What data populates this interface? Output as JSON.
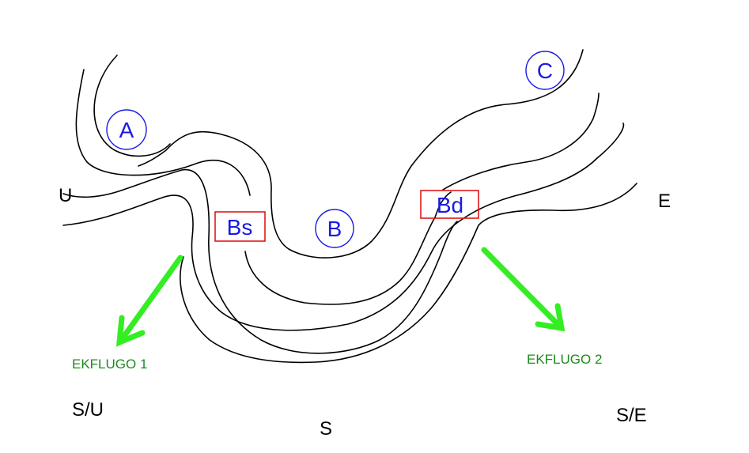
{
  "colors": {
    "lines": "#000000",
    "circle_labels": "#1a1ae6",
    "box_border": "#e01818",
    "box_text": "#1a1ae6",
    "arrows": "#33ee22",
    "arrow_labels": "#1a8c1a",
    "directions": "#000000"
  },
  "circled_labels": {
    "a": "A",
    "b": "B",
    "c": "C"
  },
  "boxed_labels": {
    "bs": "Bs",
    "bd": "Bd"
  },
  "directions": {
    "u": "U",
    "e": "E",
    "su": "S/U",
    "s": "S",
    "se": "S/E"
  },
  "arrows": {
    "left_label": "EKFLUGO 1",
    "right_label": "EKFLUGO 2"
  }
}
